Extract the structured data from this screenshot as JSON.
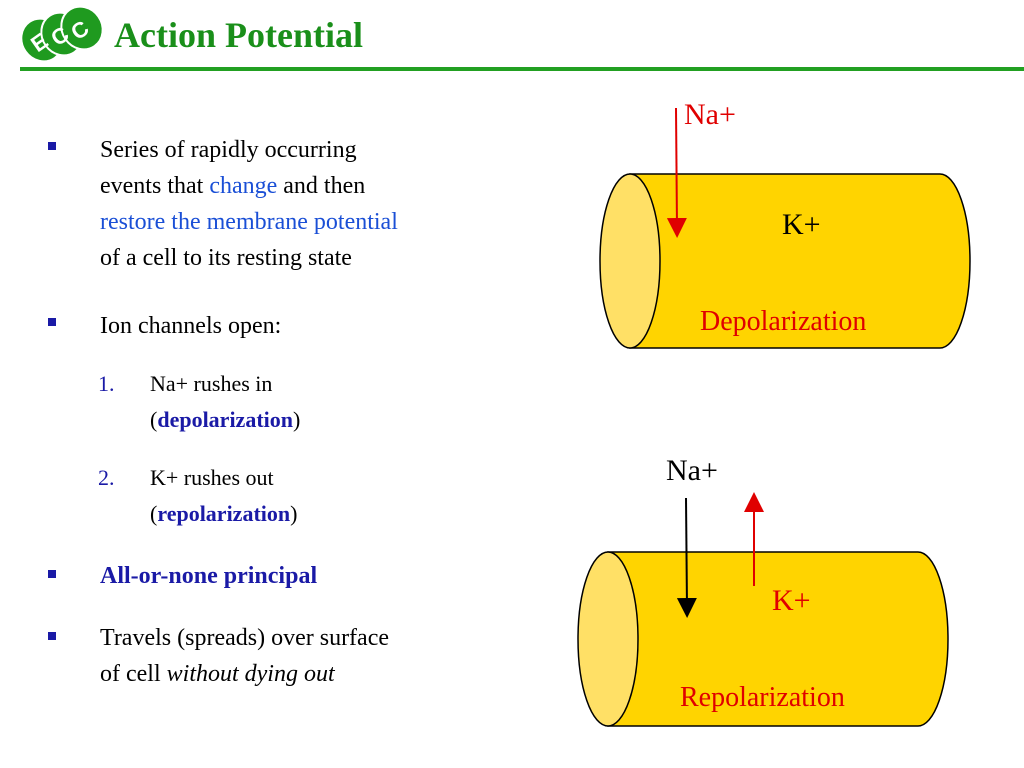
{
  "header": {
    "logo_text": "ECC",
    "title": "Action Potential"
  },
  "bullets": {
    "b1": {
      "line1": "Series of rapidly occurring",
      "line2_a": "events that ",
      "line2_b": "change",
      "line2_c": " and then",
      "line3": "restore the membrane potential",
      "line4": "of a cell to its resting state"
    },
    "b2": {
      "text": "Ion channels open:"
    },
    "n1": {
      "marker": "1.",
      "line1": "Na+ rushes in",
      "open": "(",
      "term": "depolarization",
      "close": ")"
    },
    "n2": {
      "marker": "2.",
      "line1": "K+ rushes out",
      "open": "(",
      "term": "repolarization",
      "close": ")"
    },
    "b3": {
      "text": "All-or-none principal"
    },
    "b4": {
      "line1": "Travels (spreads) over surface",
      "line2_a": "of cell ",
      "line2_b": "without dying out"
    }
  },
  "diagram": {
    "colors": {
      "cylinder_fill": "#ffd400",
      "red": "#e00000",
      "black": "#000000"
    },
    "top": {
      "na_label": "Na+",
      "k_label": "K+",
      "caption": "Depolarization"
    },
    "bottom": {
      "na_label": "Na+",
      "k_label": "K+",
      "caption": "Repolarization"
    }
  }
}
